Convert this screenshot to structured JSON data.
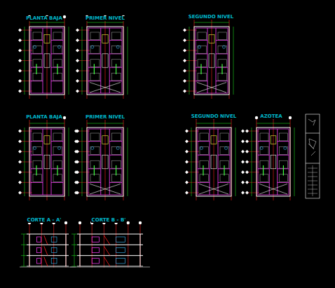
{
  "diagram": {
    "labels": [
      "PLANTA BAJA",
      "PRIMER NIVEL",
      "SEGUNDO NIVEL",
      "PLANTA BAJA",
      "PRIMER NIVEL",
      "SEGUNDO NIVEL",
      "AZOTEA",
      "CORTE A - A'",
      "CORTE B - B'"
    ]
  }
}
